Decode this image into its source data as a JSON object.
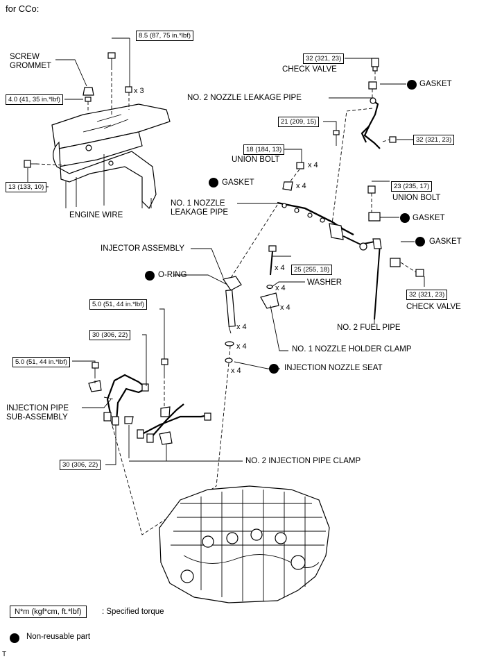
{
  "header": "for CCo:",
  "footer_mark": "T",
  "legend": {
    "torque_box": "N*m (kgf*cm, ft.*lbf)",
    "torque_text": ": Specified torque",
    "nonreusable_text": "Non-reusable part"
  },
  "labels": {
    "screw_grommet": "SCREW\nGROMMET",
    "engine_wire": "ENGINE WIRE",
    "check_valve_top": "CHECK VALVE",
    "gasket_check_valve_top": "GASKET",
    "no2_nozzle_leakage_pipe": "NO. 2 NOZZLE LEAKAGE PIPE",
    "union_bolt_left": "UNION BOLT",
    "gasket_left": "GASKET",
    "no1_nozzle_leakage_pipe": "NO. 1 NOZZLE\nLEAKAGE PIPE",
    "union_bolt_right": "UNION BOLT",
    "gasket_union_right": "GASKET",
    "gasket_check_valve_right": "GASKET",
    "injector_assembly": "INJECTOR ASSEMBLY",
    "o_ring": "O-RING",
    "washer": "WASHER",
    "check_valve_right": "CHECK VALVE",
    "no2_fuel_pipe": "NO. 2 FUEL PIPE",
    "no1_nozzle_holder_clamp": "NO. 1 NOZZLE HOLDER CLAMP",
    "injection_nozzle_seat": "INJECTION NOZZLE SEAT",
    "injection_pipe_subassembly": "INJECTION PIPE\nSUB-ASSEMBLY",
    "no2_injection_pipe_clamp": "NO. 2 INJECTION PIPE CLAMP"
  },
  "torques": {
    "t_top_bolts": "8.5 (87, 75 in.*lbf)",
    "t_grommet": "4.0 (41, 35 in.*lbf)",
    "t_wire_bolt": "13 (133, 10)",
    "t_check_valve_top": "32 (321, 23)",
    "t_leak_pipe_bolt": "21 (209, 15)",
    "t_check_valve_mid": "32 (321, 23)",
    "t_union_bolt_left": "18 (184, 13)",
    "t_union_bolt_right": "23 (235, 17)",
    "t_clamp_bolt": "25 (255, 18)",
    "t_check_valve_right": "32 (321, 23)",
    "t_inj_clamp_bolt_a": "5.0 (51, 44 in.*lbf)",
    "t_pipe_nut_a": "30 (306, 22)",
    "t_inj_clamp_bolt_b": "5.0 (51, 44 in.*lbf)",
    "t_pipe_nut_b": "30 (306, 22)"
  },
  "quantities": {
    "q_top_bolts": "x 3",
    "q_union_bolt": "x 4",
    "q_gasket_left": "x 4",
    "q_clamp_bolt": "x 4",
    "q_washer": "x 4",
    "q_holder_clamp": "x 4",
    "q_injector": "x 4",
    "q_oring": "x 4",
    "q_seat": "x 4"
  }
}
